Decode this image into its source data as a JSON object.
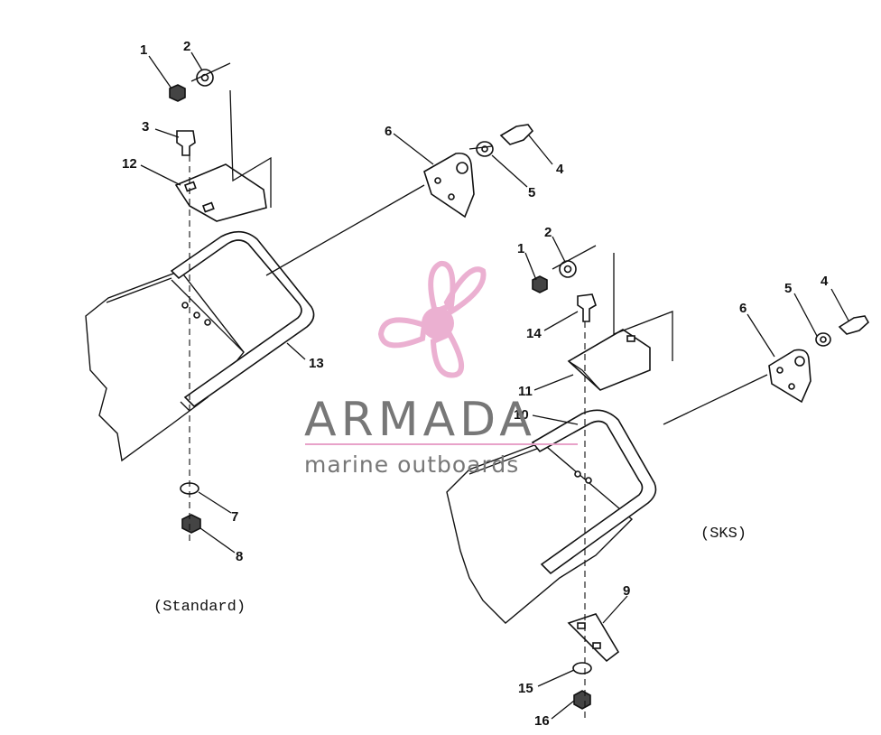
{
  "callouts": {
    "c1a": "1",
    "c2a": "2",
    "c3": "3",
    "c12": "12",
    "c6a": "6",
    "c4a": "4",
    "c5a": "5",
    "c13": "13",
    "c7": "7",
    "c8": "8",
    "c1b": "1",
    "c2b": "2",
    "c14": "14",
    "c11": "11",
    "c10": "10",
    "c5b": "5",
    "c4b": "4",
    "c6b": "6",
    "c9": "9",
    "c15": "15",
    "c16": "16"
  },
  "captions": {
    "standard": "(Standard)",
    "sks": "(SKS)"
  },
  "watermark": {
    "brand": "ARMADA",
    "tagline": "marine outboards",
    "logo_color": "#e8a3c9",
    "text_color": "#777777"
  }
}
